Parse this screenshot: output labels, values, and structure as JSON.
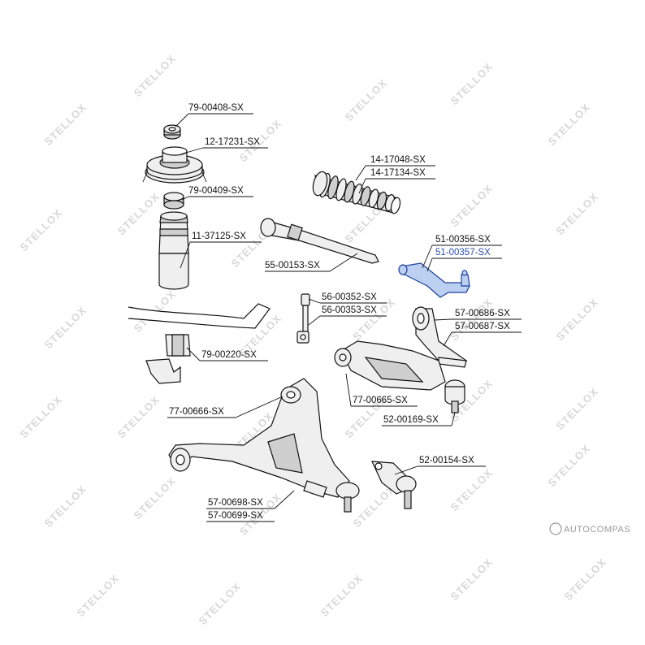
{
  "parts": [
    {
      "id": "p1",
      "labels": [
        "79-00408-SX"
      ]
    },
    {
      "id": "p2",
      "labels": [
        "12-17231-SX"
      ]
    },
    {
      "id": "p3",
      "labels": [
        "79-00409-SX"
      ]
    },
    {
      "id": "p4",
      "labels": [
        "11-37125-SX"
      ]
    },
    {
      "id": "p5",
      "labels": [
        "14-17048-SX",
        "14-17134-SX"
      ]
    },
    {
      "id": "p6",
      "labels": [
        "55-00153-SX"
      ]
    },
    {
      "id": "p7",
      "labels": [
        "51-00356-SX",
        "51-00357-SX"
      ],
      "highlighted_index": 1
    },
    {
      "id": "p8",
      "labels": [
        "56-00352-SX",
        "56-00353-SX"
      ]
    },
    {
      "id": "p9",
      "labels": [
        "57-00686-SX",
        "57-00687-SX"
      ]
    },
    {
      "id": "p10",
      "labels": [
        "79-00220-SX"
      ]
    },
    {
      "id": "p11",
      "labels": [
        "77-00665-SX"
      ]
    },
    {
      "id": "p12",
      "labels": [
        "77-00666-SX"
      ]
    },
    {
      "id": "p13",
      "labels": [
        "52-00169-SX"
      ]
    },
    {
      "id": "p14",
      "labels": [
        "52-00154-SX"
      ]
    },
    {
      "id": "p15",
      "labels": [
        "57-00698-SX",
        "57-00699-SX"
      ]
    }
  ],
  "watermark": "STELLOX",
  "footer_logo": "AUTOCOMPAS",
  "colors": {
    "highlight": "#2b4fb0",
    "watermark": "#d8d8d8",
    "line": "#111111"
  }
}
